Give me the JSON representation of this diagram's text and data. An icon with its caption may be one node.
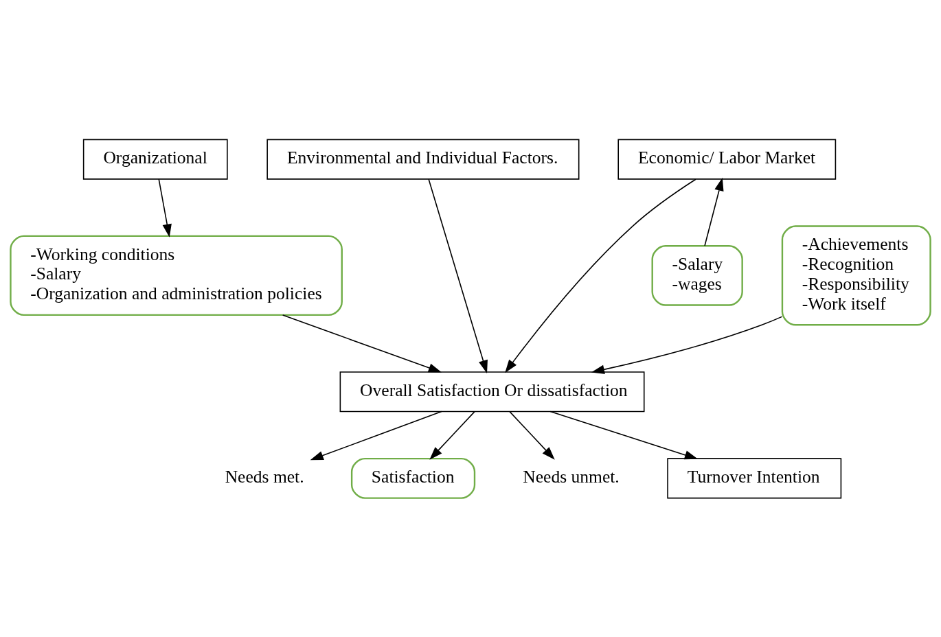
{
  "diagram": {
    "nodes": [
      {
        "text": [
          "Organizational"
        ]
      },
      {
        "text": [
          "-Working conditions",
          "-Salary",
          "-Organization and administration policies"
        ]
      },
      {
        "text": [
          "Environmental and Individual Factors."
        ]
      },
      {
        "text": [
          "Economic/ Labor Market"
        ]
      },
      {
        "text": [
          "-Achievements",
          "-Recognition",
          "-Responsibility",
          "-Work itself"
        ]
      },
      {
        "text": [
          "-Salary",
          "-wages"
        ]
      },
      {
        "text": [
          "Overall Satisfaction Or dissatisfaction"
        ]
      },
      {
        "text": [
          "Needs met."
        ]
      },
      {
        "text": [
          "Satisfaction"
        ]
      },
      {
        "text": [
          "Needs unmet."
        ]
      },
      {
        "text": [
          "Turnover Intention"
        ]
      }
    ],
    "edges": [
      {
        "from": 0,
        "to": 1,
        "arrow": "to"
      },
      {
        "from": 1,
        "to": 6,
        "arrow": "to"
      },
      {
        "from": 2,
        "to": 6,
        "arrow": "to"
      },
      {
        "from": 4,
        "to": 6,
        "arrow": "to"
      },
      {
        "from": 3,
        "to": 6,
        "arrow": "to"
      },
      {
        "from": 5,
        "to": 3,
        "arrow": "to"
      },
      {
        "from": 6,
        "to": 8,
        "arrow": "to"
      },
      {
        "from": 6,
        "to": 7,
        "arrow": "to"
      },
      {
        "from": 6,
        "to": 10,
        "arrow": "to"
      },
      {
        "from": 6,
        "to": 9,
        "arrow": "to"
      }
    ]
  }
}
